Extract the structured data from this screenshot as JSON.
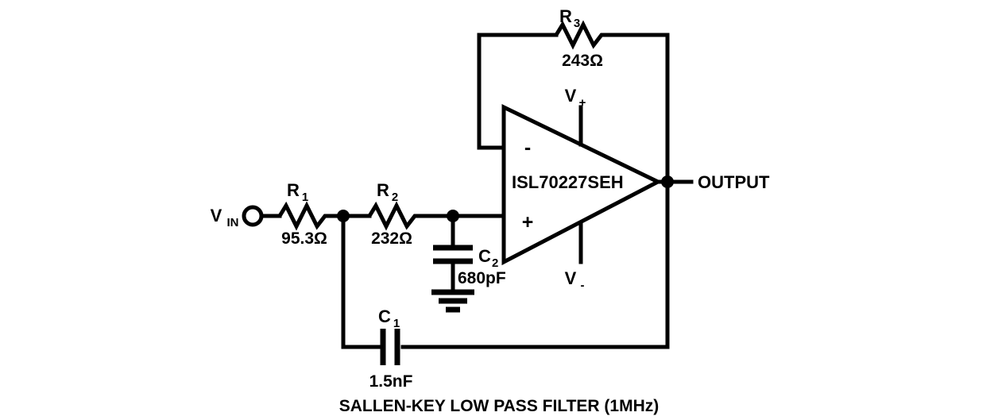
{
  "diagram": {
    "title": "SALLEN-KEY LOW PASS FILTER (1MHz)",
    "type": "analog-circuit-schematic",
    "colors": {
      "background": "#ffffff",
      "ink": "#000000"
    },
    "input_terminal": {
      "label": "V",
      "subscript": "IN",
      "symbol": "open-circle-terminal"
    },
    "output_terminal": {
      "label": "OUTPUT",
      "symbol": "junction-node"
    },
    "opamp": {
      "part_number": "ISL70227SEH",
      "inverting_input": "-",
      "noninverting_input": "+",
      "supply_positive": "V",
      "supply_positive_sub": "+",
      "supply_negative": "V",
      "supply_negative_sub": "-"
    },
    "components": [
      {
        "id": "R1",
        "ref": "R",
        "ref_sub": "1",
        "value": "95.3Ω",
        "kind": "resistor"
      },
      {
        "id": "R2",
        "ref": "R",
        "ref_sub": "2",
        "value": "232Ω",
        "kind": "resistor"
      },
      {
        "id": "R3",
        "ref": "R",
        "ref_sub": "3",
        "value": "243Ω",
        "kind": "resistor"
      },
      {
        "id": "C1",
        "ref": "C",
        "ref_sub": "1",
        "value": "1.5nF",
        "kind": "capacitor"
      },
      {
        "id": "C2",
        "ref": "C",
        "ref_sub": "2",
        "value": "680pF",
        "kind": "capacitor"
      }
    ],
    "ground": {
      "symbol": "earth-ground",
      "bars": 3
    }
  }
}
